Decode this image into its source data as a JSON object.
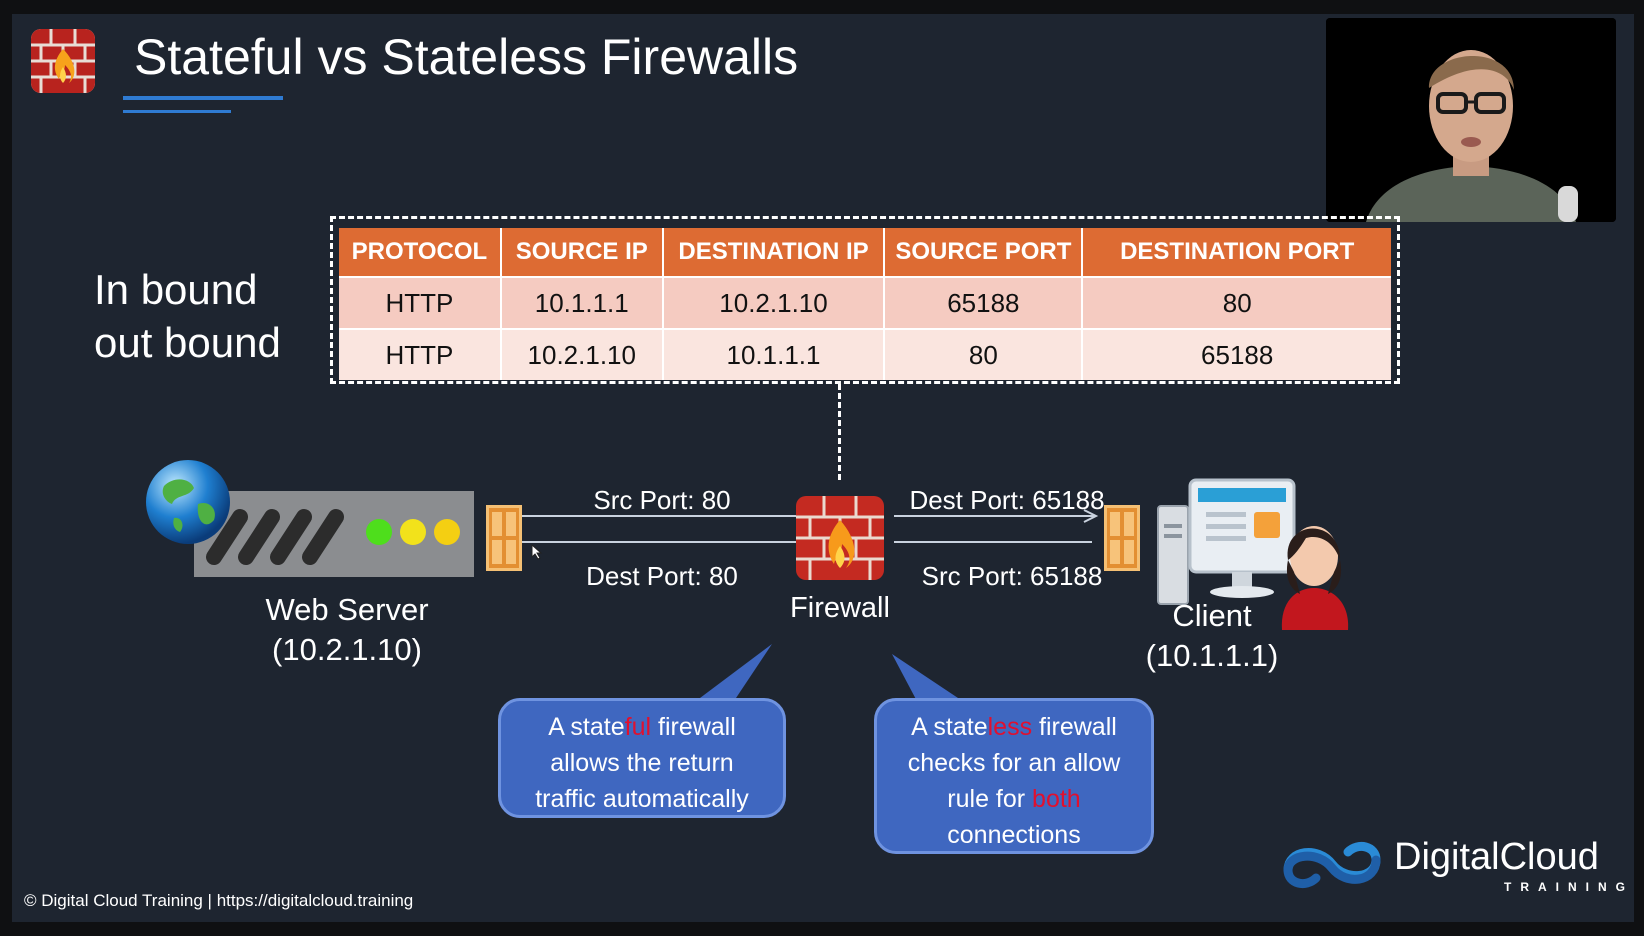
{
  "title": "Stateful vs Stateless Firewalls",
  "direction_labels": [
    "In bound",
    "out bound"
  ],
  "rules_table": {
    "columns": [
      "PROTOCOL",
      "SOURCE IP",
      "DESTINATION IP",
      "SOURCE PORT",
      "DESTINATION PORT"
    ],
    "rows": [
      [
        "HTTP",
        "10.1.1.1",
        "10.2.1.10",
        "65188",
        "80"
      ],
      [
        "HTTP",
        "10.2.1.10",
        "10.1.1.1",
        "80",
        "65188"
      ]
    ]
  },
  "diagram": {
    "web_server": {
      "name": "Web Server",
      "ip": "(10.2.1.10)"
    },
    "firewall": {
      "name": "Firewall"
    },
    "client": {
      "name": "Client",
      "ip": "(10.1.1.1)"
    },
    "left_top_label": "Src Port: 80",
    "left_bottom_label": "Dest Port: 80",
    "right_top_label": "Dest Port: 65188",
    "right_bottom_label": "Src Port: 65188"
  },
  "callouts": {
    "stateful": {
      "line1_a": "A state",
      "line1_hl": "ful",
      "line1_b": " firewall",
      "line2": "allows the return",
      "line3": "traffic automatically"
    },
    "stateless": {
      "line1_a": "A state",
      "line1_hl": "less",
      "line1_b": " firewall",
      "line2": "checks for an allow",
      "line3_a": "rule for ",
      "line3_hl": "both",
      "line4": "connections"
    }
  },
  "footer": "© Digital Cloud Training  | https://digitalcloud.training",
  "brand": {
    "name": "DigitalCloud",
    "sub": "TRAINING"
  },
  "colors": {
    "accent": "#2f7bd2",
    "table_header": "#dd6b33",
    "callout": "#3f67c0",
    "highlight": "#e0102f",
    "background": "#1e2530"
  }
}
